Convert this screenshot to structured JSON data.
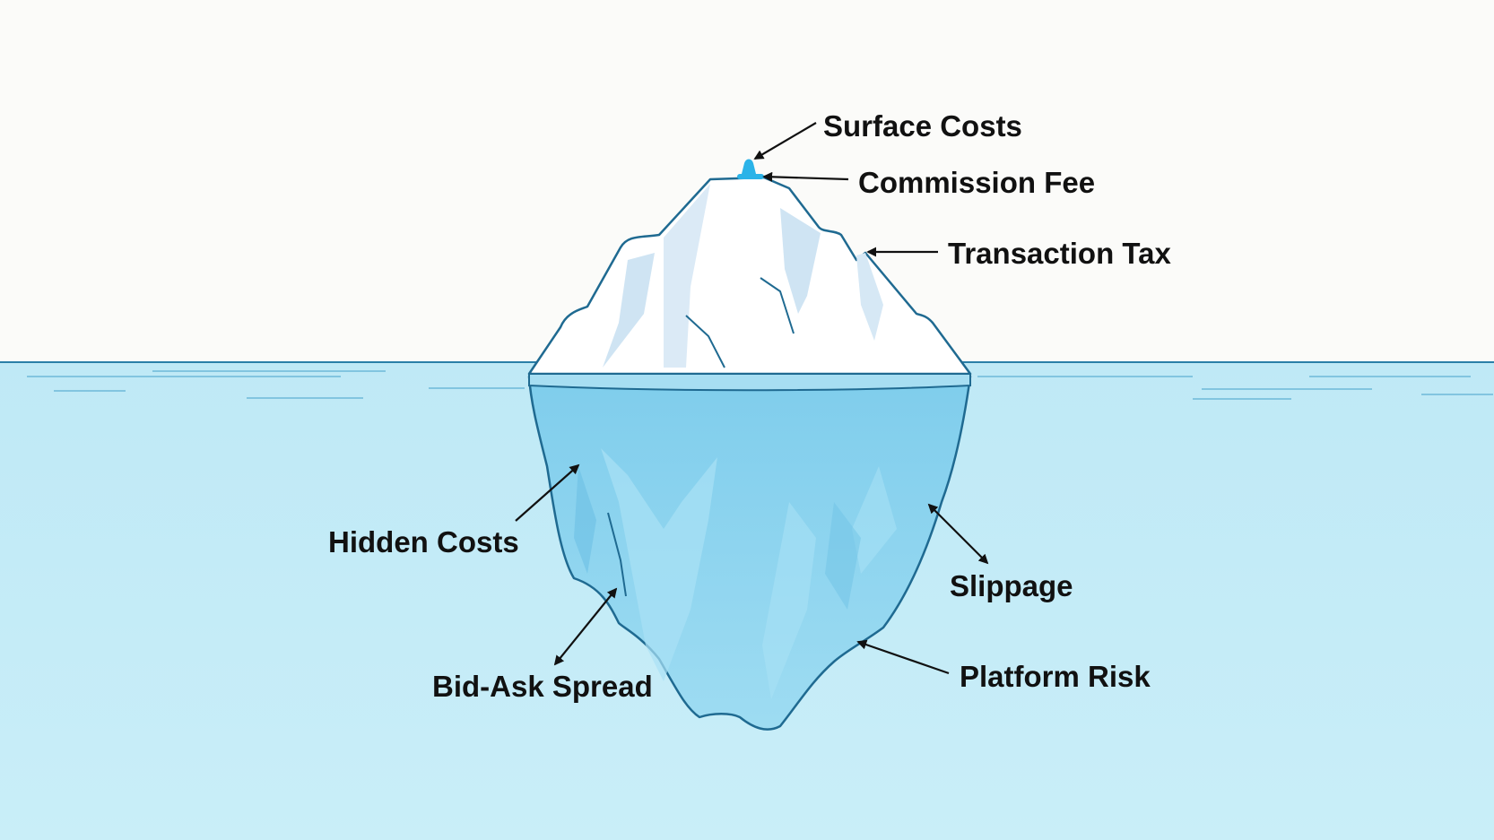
{
  "labels": {
    "surface_costs": "Surface Costs",
    "commission_fee": "Commission Fee",
    "transaction_tax": "Transaction Tax",
    "hidden_costs": "Hidden Costs",
    "slippage": "Slippage",
    "bid_ask_spread": "Bid-Ask Spread",
    "platform_risk": "Platform Risk"
  },
  "colors": {
    "sky": "#fbfbf9",
    "water": "#c4ebf6",
    "iceberg_top": "#ffffff",
    "iceberg_underwater": "#8fd4ef",
    "outline": "#1f6a91",
    "tip_marker": "#2bb3e8",
    "text": "#111111"
  }
}
